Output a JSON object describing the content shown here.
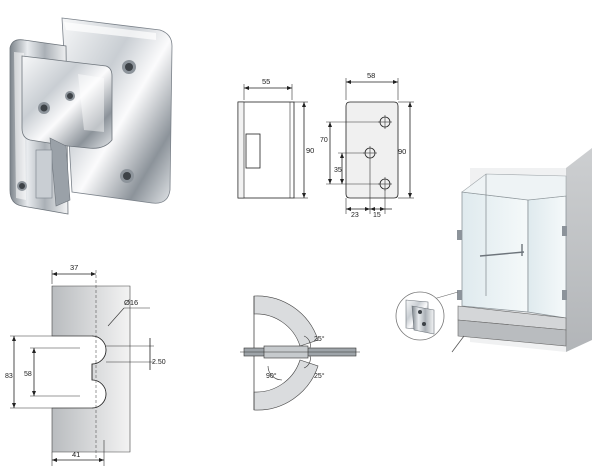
{
  "top_view": {
    "width": "55",
    "height": "90"
  },
  "front_view": {
    "width": "58",
    "height": "90",
    "hole_spacing": "70",
    "hole_spacing_half": "35",
    "hole_x": "23",
    "hole_x2": "15"
  },
  "cutout": {
    "top_width": "37",
    "bottom_width": "41",
    "radius": "Ø16",
    "outer_height": "83",
    "inner_height": "58",
    "offset": "2.50"
  },
  "rotation": {
    "angle_top": "25°",
    "angle_bottom": "25°",
    "angle_side": "90°"
  },
  "colors": {
    "metal_light": "#e9ecef",
    "metal_dark": "#6d747b",
    "line": "#222222",
    "glass": "#cfe0e6"
  }
}
